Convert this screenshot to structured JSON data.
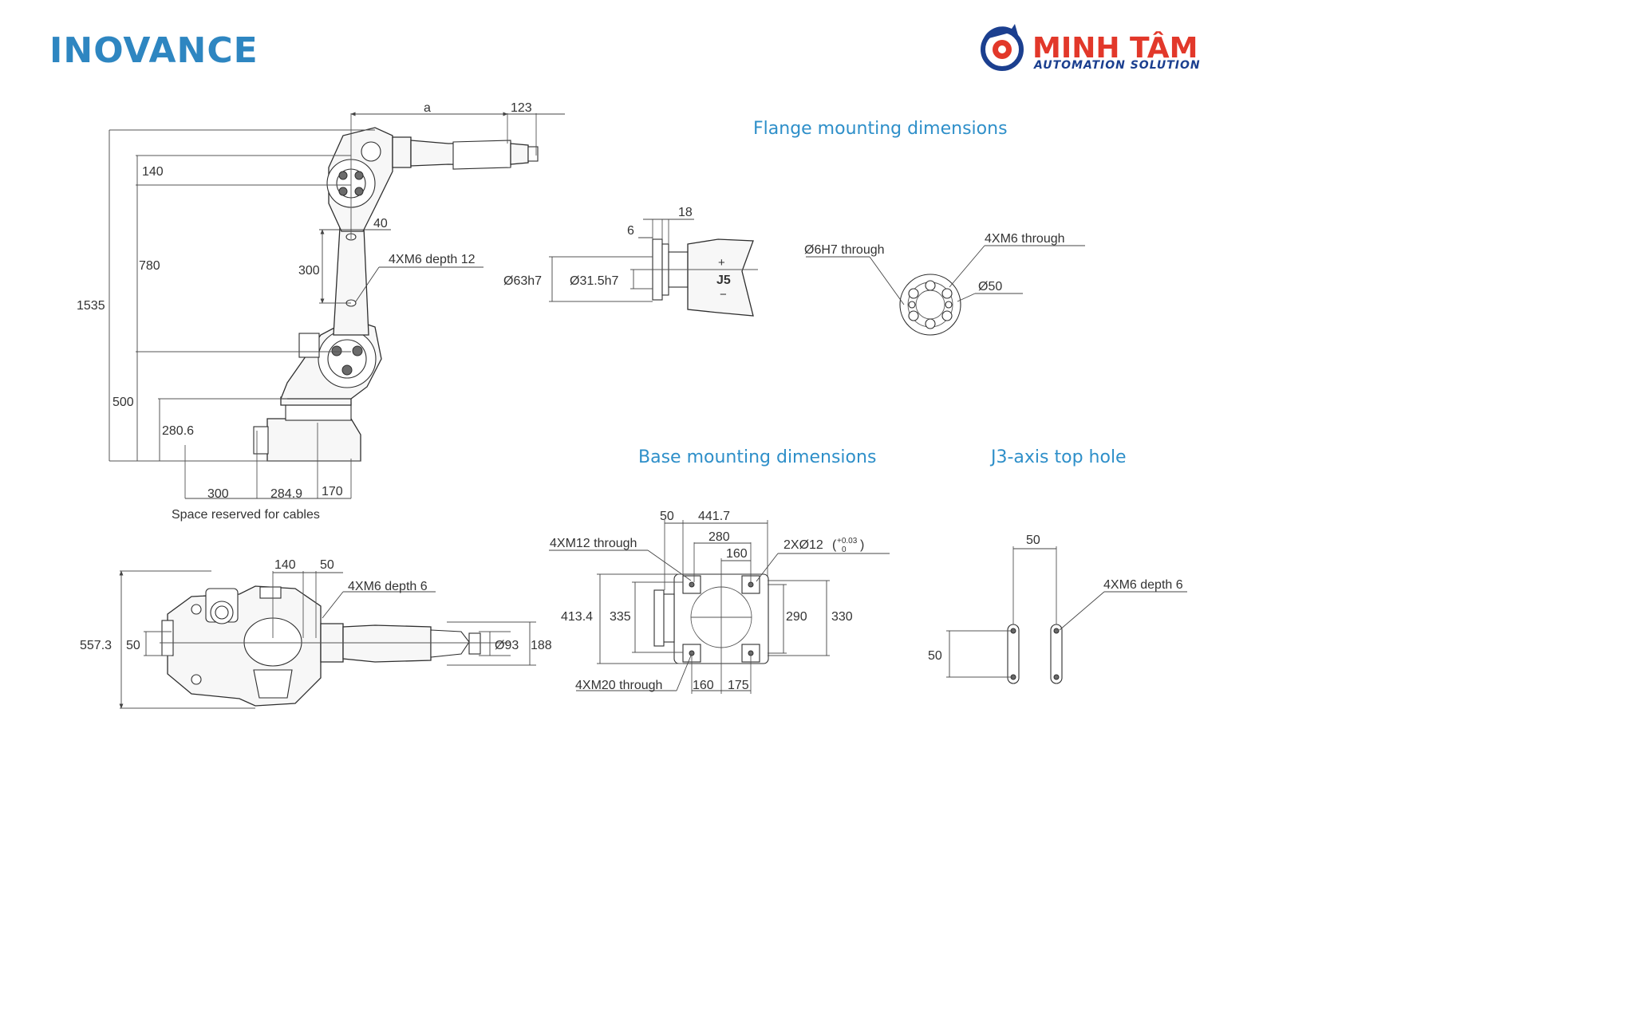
{
  "brand": {
    "left_logo": "INOVANCE",
    "right_logo_main": "MINH TÂM",
    "right_logo_sub": "AUTOMATION SOLUTION"
  },
  "colors": {
    "heading": "#2e8fc9",
    "inovance": "#2e86c1",
    "minhtam_red": "#e2382a",
    "minhtam_blue": "#1b3f8f"
  },
  "headings": {
    "flange": "Flange mounting dimensions",
    "base": "Base mounting dimensions",
    "j3": "J3-axis top hole"
  },
  "side_view": {
    "dim_a": "a",
    "dim_123": "123",
    "dim_140": "140",
    "dim_780": "780",
    "dim_1535": "1535",
    "dim_40": "40",
    "dim_300_vert": "300",
    "hole_label": "4XM6 depth 12",
    "dim_500": "500",
    "dim_280_6": "280.6",
    "dim_300": "300",
    "dim_284_9": "284.9",
    "dim_170": "170",
    "cable_note": "Space reserved for cables"
  },
  "top_view": {
    "dim_140": "140",
    "dim_50": "50",
    "hole_label": "4XM6 depth 6",
    "dim_557_3": "557.3",
    "dim_50_left": "50",
    "dim_phi93": "Ø93",
    "dim_188": "188"
  },
  "flange": {
    "dim_18": "18",
    "dim_6": "6",
    "dim_phi63": "Ø63h7",
    "dim_phi31": "Ø31.5h7",
    "joint_label": "J5",
    "plus": "+",
    "minus": "−",
    "pin_label": "Ø6H7 through",
    "thread_label": "4XM6 through",
    "pcd_label": "Ø50"
  },
  "base": {
    "dim_50": "50",
    "dim_441_7": "441.7",
    "dim_280": "280",
    "dim_160_top": "160",
    "m12_label": "4XM12 through",
    "pin_label": "2XØ12",
    "tol_upper": "+0.03",
    "tol_lower": "0",
    "dim_413_4": "413.4",
    "dim_335": "335",
    "dim_290": "290",
    "dim_330": "330",
    "m20_label": "4XM20 through",
    "dim_160_bottom": "160",
    "dim_175": "175"
  },
  "j3": {
    "dim_50_top": "50",
    "hole_label": "4XM6 depth 6",
    "dim_50_left": "50"
  }
}
